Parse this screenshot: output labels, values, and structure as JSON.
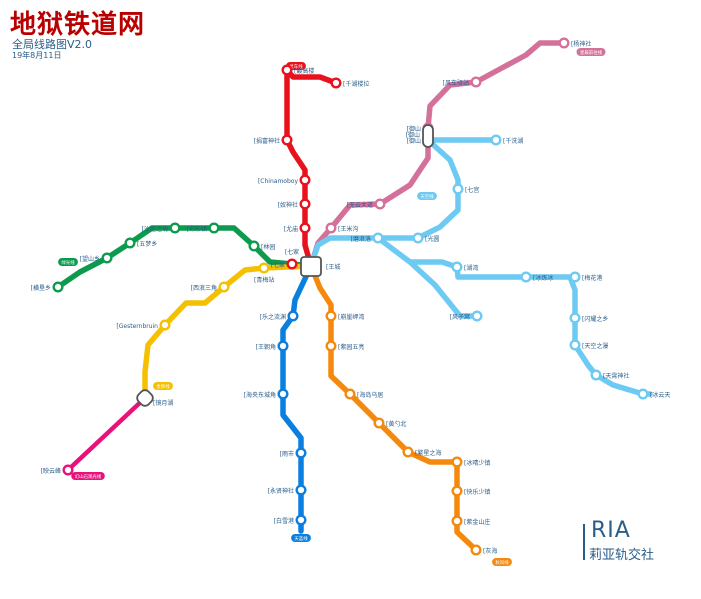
{
  "header": {
    "title": "地狱铁道网",
    "subtitle": "全局线路图V2.0",
    "date": "19年8月11日"
  },
  "brand": {
    "name": "RIA",
    "subtitle": "莉亚轨交社"
  },
  "lines": [
    {
      "id": "red",
      "color": "#e8121e",
      "tag": "灵车线",
      "stations": [
        "[最高楼",
        "[千湖楼拉",
        "[捐富神社",
        "[Chinamoboy",
        "[奴神社",
        "[尤庙",
        "[七家"
      ]
    },
    {
      "id": "pink",
      "color": "#d4719b",
      "tag": "星辰前往线",
      "stations": [
        "[杨神社",
        "[风车驿站",
        "[御山",
        "[无云大道",
        "[王米沟",
        "[七家"
      ]
    },
    {
      "id": "lightblue",
      "color": "#6dcaf2",
      "tag": "天空线",
      "stations": [
        "[御山",
        "[千洗湖",
        "[七宫",
        "[磨浪洛",
        "[光圆",
        "[湖湾",
        "[冰炼冰",
        "[梅花港",
        "[风子窝",
        "[闪耀之乡",
        "[天空之瀑",
        "[天霄神社",
        "[冰云天"
      ]
    },
    {
      "id": "green",
      "color": "#0c9b4e",
      "tag": "绿光线",
      "stations": [
        "[横垦乡",
        "[望山乡",
        "[五梦乡",
        "[沙崖之境",
        "[彩彩镇",
        "[林园",
        "[七家"
      ]
    },
    {
      "id": "yellow",
      "color": "#f4c000",
      "tag": "金辉线",
      "stations": [
        "[西浪三角",
        "[青梅站",
        "[Gesternbruin",
        "[镜月湖"
      ]
    },
    {
      "id": "magenta",
      "color": "#e8127a",
      "tag": "幻山石观光线",
      "stations": [
        "[镜月湖",
        "[映云峰"
      ]
    },
    {
      "id": "blue",
      "color": "#0b7fe0",
      "tag": "天蓝线",
      "stations": [
        "[乐之流渊",
        "[王朝角",
        "[海央东城角",
        "[雨市",
        "[永贤神社",
        "[白雪港"
      ]
    },
    {
      "id": "orange",
      "color": "#f5890e",
      "tag": "秋风线",
      "stations": [
        "[崩崖岬湾",
        "[紫园五亮",
        "[海岛乌居",
        "[黄勺北",
        "[繁星之海",
        "[冰晴少镇",
        "[快乐少镇",
        "[紫金山庄",
        "[灰海"
      ]
    }
  ],
  "interchanges": [
    "[王城",
    "[御山",
    "[镜月湖"
  ],
  "central_station": "[王城",
  "extra_labels": [
    "[七家"
  ]
}
